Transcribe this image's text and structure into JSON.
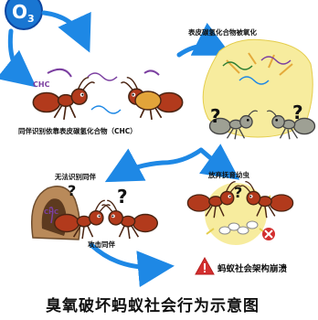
{
  "ozone_label": "O3",
  "chc_label_top": "CHC",
  "chc_label_cave": "CHC",
  "caption_recognition": "同伴识别依靠表皮碳氢化合物（CHC）",
  "caption_oxidized": "表皮碳氢化合物被氧化",
  "caption_cannot_recognize": "无法识别同伴",
  "caption_attack": "攻击同伴",
  "caption_abandon_brood": "放弃抚育幼虫",
  "caption_collapse": "蚂蚁社会架构崩溃",
  "main_title": "臭氧破坏蚂蚁社会行为示意图",
  "colors": {
    "arrow": "#1e88e5",
    "ozone_circle": "#1976d2",
    "ant_red": "#b23a1c",
    "ant_dark": "#4a2412",
    "ant_gray": "#8c8f86",
    "cave": "#b98a5a",
    "warning_red": "#d32f2f",
    "sun_yellow": "#f2d84a"
  },
  "icons": [
    "ozone-molecule-icon",
    "question-mark-icon",
    "warning-triangle-icon",
    "cross-icon",
    "larvae-icon",
    "sparkle-icon"
  ]
}
